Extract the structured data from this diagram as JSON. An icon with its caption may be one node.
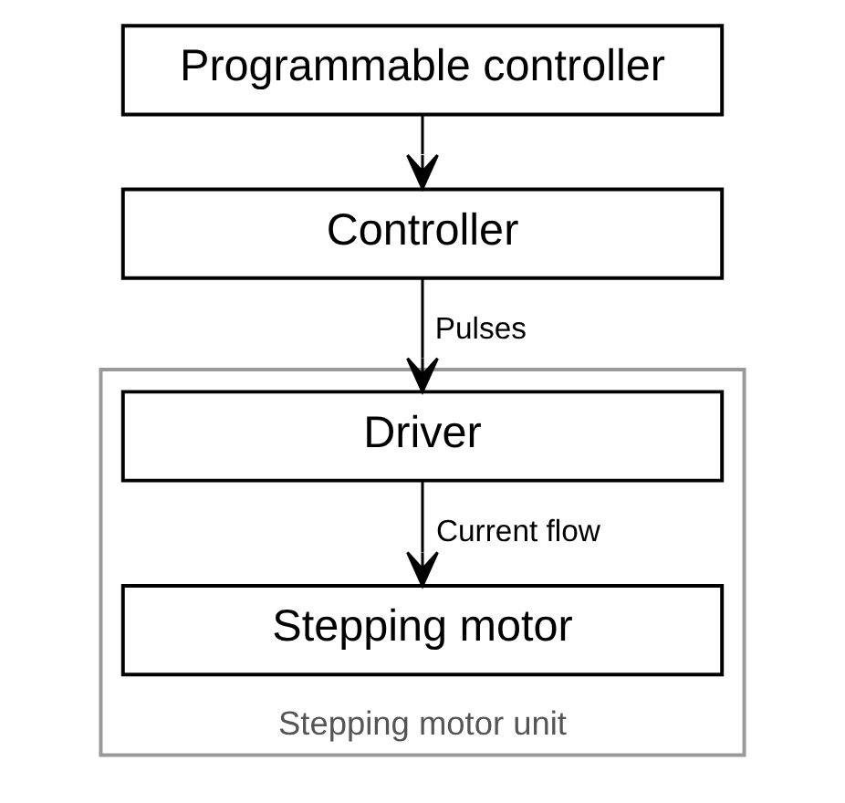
{
  "diagram": {
    "nodes": [
      {
        "text": [
          "Programmable controller"
        ]
      },
      {
        "text": [
          "Controller"
        ]
      },
      {
        "text": [
          "Stepping motor unit"
        ]
      },
      {
        "text": [
          "Driver"
        ],
        "in": 2
      },
      {
        "text": [
          "Stepping motor"
        ],
        "in": 2
      }
    ],
    "edges": [
      {
        "from": 0,
        "to": 1,
        "arrow": "to"
      },
      {
        "from": 1,
        "to": 3,
        "arrow": "to",
        "label": "Pulses"
      },
      {
        "from": 3,
        "to": 4,
        "arrow": "to",
        "label": "Current flow"
      }
    ]
  }
}
